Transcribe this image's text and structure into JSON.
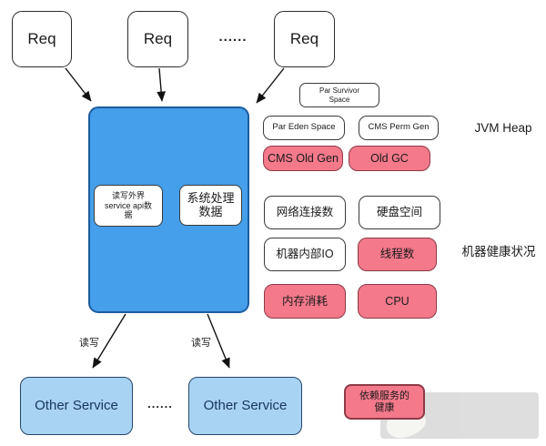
{
  "top": {
    "req1": "Req",
    "req2": "Req",
    "req3": "Req",
    "dots": "......"
  },
  "main_box": {
    "io_box": {
      "line1": "读写外界",
      "line2": "service api数",
      "line3": "据"
    },
    "process_box": {
      "line1": "系统处理",
      "line2": "数据"
    }
  },
  "jvm_heap": {
    "label": "JVM Heap",
    "par_survivor": {
      "line1": "Par Survivor",
      "line2": "Space"
    },
    "par_eden": "Par Eden Space",
    "cms_perm": "CMS Perm Gen",
    "cms_old": "CMS Old Gen",
    "old_gc": "Old GC"
  },
  "machine_health": {
    "label": "机器健康状况",
    "network": "网络连接数",
    "disk": "硬盘空间",
    "internal_io": "机器内部IO",
    "threads": "线程数",
    "memory": "内存消耗",
    "cpu": "CPU"
  },
  "bottom": {
    "rw_left": "读写",
    "rw_right": "读写",
    "service_left": "Other Service",
    "dots": "......",
    "service_right": "Other Service",
    "dependency": {
      "line1": "依赖服务的",
      "line2": "健康"
    }
  },
  "colors": {
    "main_blue": "#459FEA",
    "light_blue": "#A9D3F3",
    "pink": "#F3798B",
    "watermark_grey": "#DCDCDC"
  }
}
